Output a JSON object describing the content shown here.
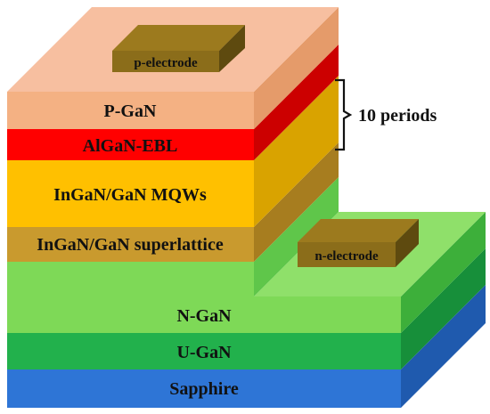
{
  "layers": {
    "p_gan": {
      "label": "P-GaN",
      "color": "#F4B183"
    },
    "algan_ebl": {
      "label": "AlGaN-EBL",
      "color": "#FF0000"
    },
    "mqw": {
      "label": "InGaN/GaN MQWs",
      "color": "#FFC000"
    },
    "superlattice": {
      "label": "InGaN/GaN superlattice",
      "color": "#C99A2E"
    },
    "n_gan": {
      "label": "N-GaN",
      "color": "#7ED957"
    },
    "u_gan": {
      "label": "U-GaN",
      "color": "#22B14C"
    },
    "sapphire": {
      "label": "Sapphire",
      "color": "#2E75D6"
    }
  },
  "electrodes": {
    "p": {
      "label": "p-electrode",
      "color": "#8B6D1A"
    },
    "n": {
      "label": "n-electrode",
      "color": "#8B6D1A"
    }
  },
  "annotation": {
    "label": "10 periods"
  }
}
